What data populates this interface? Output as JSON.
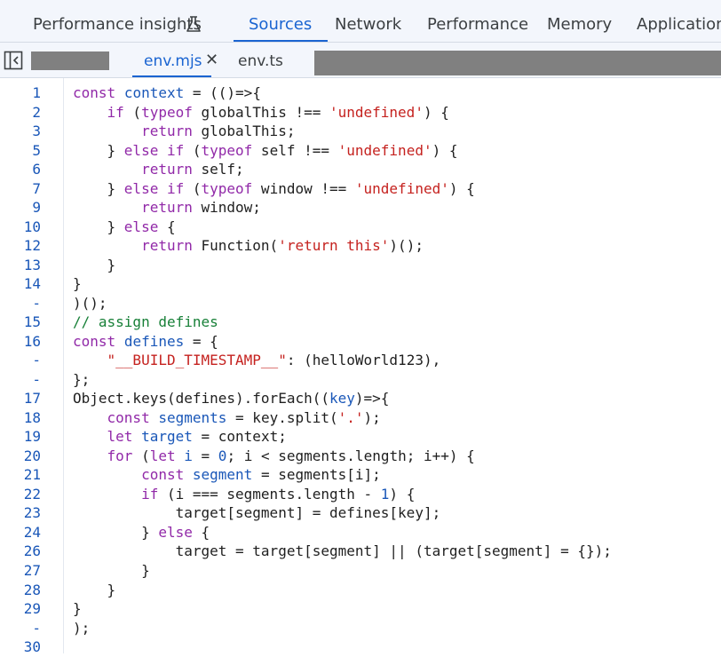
{
  "panel_tabs": [
    {
      "label": "Performance insights",
      "icon": "flask-icon"
    },
    {
      "label": "Sources",
      "active": true
    },
    {
      "label": "Network"
    },
    {
      "label": "Performance"
    },
    {
      "label": "Memory"
    },
    {
      "label": "Application"
    }
  ],
  "file_tabs": [
    {
      "label": "env.mjs",
      "active": true,
      "close": "✕"
    },
    {
      "label": "env.ts"
    }
  ],
  "colors": {
    "accent": "#1a64d1",
    "keyword": "#9129a8",
    "string": "#c5221f",
    "comment": "#188038",
    "definition": "#1a57b8",
    "redacted": "#808080"
  },
  "code_lines": [
    {
      "num": "1",
      "text": "const context = (()=>{"
    },
    {
      "num": "2",
      "text": "    if (typeof globalThis !== 'undefined') {"
    },
    {
      "num": "3",
      "text": "        return globalThis;"
    },
    {
      "num": "5",
      "text": "    } else if (typeof self !== 'undefined') {"
    },
    {
      "num": "6",
      "text": "        return self;"
    },
    {
      "num": "7",
      "text": "    } else if (typeof window !== 'undefined') {"
    },
    {
      "num": "9",
      "text": "        return window;"
    },
    {
      "num": "10",
      "text": "    } else {"
    },
    {
      "num": "12",
      "text": "        return Function('return this')();"
    },
    {
      "num": "13",
      "text": "    }"
    },
    {
      "num": "14",
      "text": "}"
    },
    {
      "num": "-",
      "text": ")();"
    },
    {
      "num": "15",
      "text": "// assign defines"
    },
    {
      "num": "16",
      "text": "const defines = {"
    },
    {
      "num": "-",
      "text": "    \"__BUILD_TIMESTAMP__\": (helloWorld123),"
    },
    {
      "num": "-",
      "text": "};"
    },
    {
      "num": "17",
      "text": "Object.keys(defines).forEach((key)=>{"
    },
    {
      "num": "18",
      "text": "    const segments = key.split('.');"
    },
    {
      "num": "19",
      "text": "    let target = context;"
    },
    {
      "num": "20",
      "text": "    for (let i = 0; i < segments.length; i++) {"
    },
    {
      "num": "21",
      "text": "        const segment = segments[i];"
    },
    {
      "num": "22",
      "text": "        if (i === segments.length - 1) {"
    },
    {
      "num": "23",
      "text": "            target[segment] = defines[key];"
    },
    {
      "num": "24",
      "text": "        } else {"
    },
    {
      "num": "26",
      "text": "            target = target[segment] || (target[segment] = {});"
    },
    {
      "num": "27",
      "text": "        }"
    },
    {
      "num": "28",
      "text": "    }"
    },
    {
      "num": "29",
      "text": "}"
    },
    {
      "num": "-",
      "text": ");"
    },
    {
      "num": "30",
      "text": ""
    }
  ]
}
